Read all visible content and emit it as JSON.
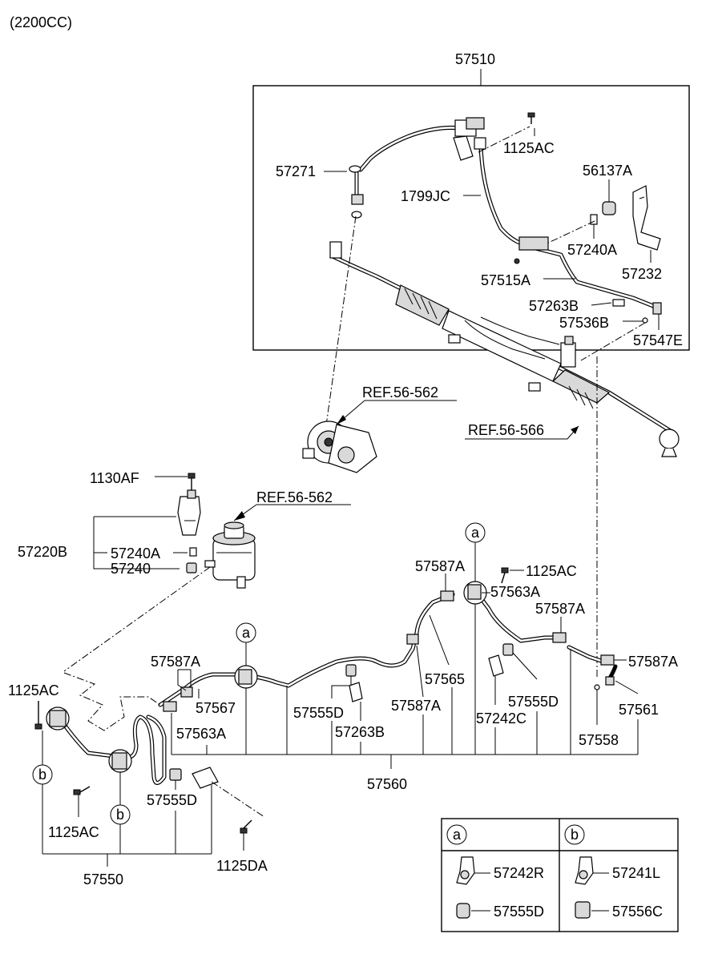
{
  "header": {
    "engine": "(2200CC)"
  },
  "callouts": {
    "assembly_top": "57510",
    "bolt_top": "1125AC",
    "ring_57271": "57271",
    "hose_1799jc": "1799JC",
    "clamp_56137a": "56137A",
    "plug_57240a_top": "57240A",
    "bracket_57232": "57232",
    "tube_57515a": "57515A",
    "fitting_57263b_top": "57263B",
    "seal_57536b": "57536B",
    "fitting_57547e": "57547E",
    "ref_pump": "REF.56-562",
    "ref_gear": "REF.56-566",
    "bolt_1130af": "1130AF",
    "reservoir_bracket": "57220B",
    "plug_57240a_res": "57240A",
    "cap_57240": "57240",
    "ref_reservoir": "REF.56-562",
    "marker_a_top": "a",
    "clamp_57587a_1": "57587A",
    "bolt_1125ac_mid": "1125AC",
    "bracket_57563a_1": "57563A",
    "clamp_57587a_2": "57587A",
    "clamp_57587a_3": "57587A",
    "marker_a_left": "a",
    "clamp_57587a_4": "57587A",
    "hose_57565": "57565",
    "hose_57567": "57567",
    "grommet_57555d_1": "57555D",
    "grommet_57555d_2": "57555D",
    "bolt_1125ac_left": "1125AC",
    "clamp_57587a_5": "57587A",
    "bracket_57242c": "57242C",
    "hose_57561": "57561",
    "bracket_57563a_2": "57563A",
    "fitting_57263b_bot": "57263B",
    "seal_57558": "57558",
    "return_line": "57560",
    "marker_b_left": "b",
    "bolt_1125ac_bot": "1125AC",
    "marker_b_bot": "b",
    "grommet_57555d_3": "57555D",
    "bolt_1125da": "1125DA",
    "cooler_57550": "57550"
  },
  "legend": {
    "a": {
      "marker": "a",
      "item1": "57242R",
      "item2": "57555D"
    },
    "b": {
      "marker": "b",
      "item1": "57241L",
      "item2": "57556C"
    }
  }
}
